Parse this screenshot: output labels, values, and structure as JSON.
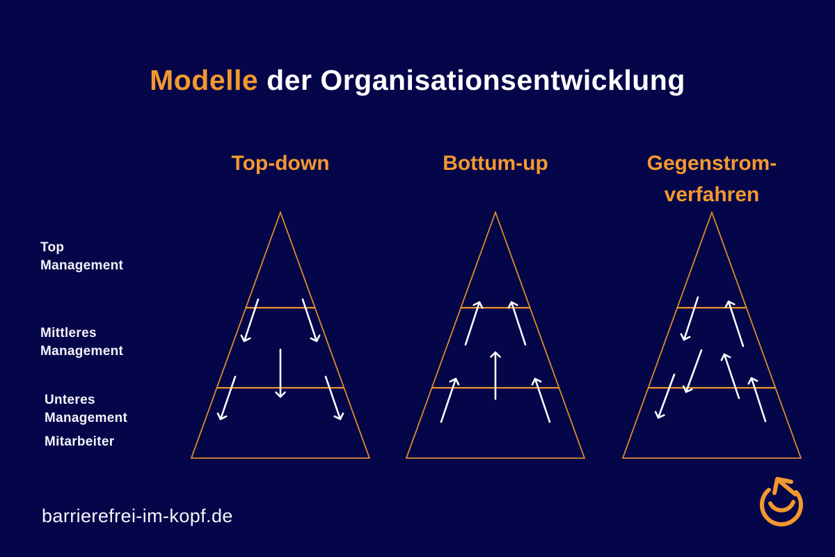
{
  "title": {
    "highlight": "Modelle",
    "rest": " der Organisationsentwicklung"
  },
  "columns": [
    {
      "id": "top-down",
      "label_line1": "Top-down",
      "label_line2": "",
      "arrow_direction": "downward"
    },
    {
      "id": "bottom-up",
      "label_line1": "Bottum-up",
      "label_line2": "",
      "arrow_direction": "upward"
    },
    {
      "id": "gegenstromverfahren",
      "label_line1": "Gegenstrom-",
      "label_line2": "verfahren",
      "arrow_direction": "both"
    }
  ],
  "levels": [
    {
      "line1": "Top",
      "line2": "Management"
    },
    {
      "line1": "Mittleres",
      "line2": "Management"
    },
    {
      "line1": "Unteres",
      "line2": "Management"
    },
    {
      "line1": "Mitarbeiter",
      "line2": ""
    }
  ],
  "footer": {
    "website": "barrierefrei-im-kopf.de"
  },
  "icons": {
    "logo": "circular-arrow-logo"
  },
  "colors": {
    "background": "#05054A",
    "accent_orange": "#F2992E",
    "outline_orange": "#DD8C27",
    "text_white": "#FFFFFF"
  }
}
